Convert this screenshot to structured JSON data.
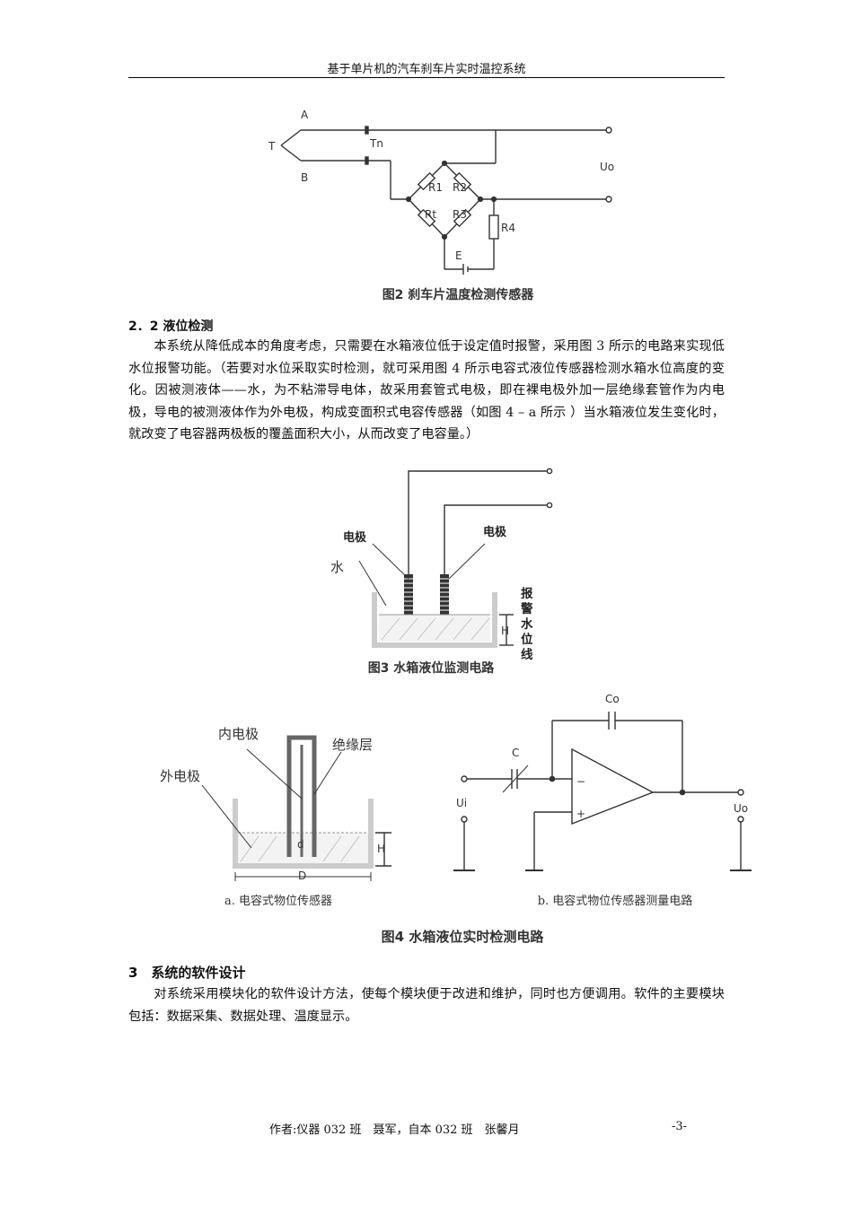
{
  "header": {
    "title": "基于单片机的汽车刹车片实时温控系统"
  },
  "figure2": {
    "caption": "图2 刹车片温度检测传感器",
    "labels": {
      "a": "A",
      "b": "B",
      "t": "T",
      "tn": "Tn",
      "r1": "R1",
      "r2": "R2",
      "rt": "Rt",
      "r3": "R3",
      "r4": "R4",
      "e": "E",
      "uo": "Uo"
    }
  },
  "section_2_2": {
    "heading": "2．2 液位检测",
    "paragraph": "本系统从降低成本的角度考虑，只需要在水箱液位低于设定值时报警，采用图 3 所示的电路来实现低水位报警功能。（若要对水位采取实时检测，就可采用图 4 所示电容式液位传感器检测水箱水位高度的变化。因被测液体——水，为不粘滞导电体，故采用套管式电极，即在裸电极外加一层绝缘套管作为内电极，导电的被测液体作为外电极，构成变面积式电容传感器（如图 4 – a 所示 ）当水箱液位发生变化时，就改变了电容器两极板的覆盖面积大小，从而改变了电容量。）"
  },
  "figure3": {
    "caption": "图3 水箱液位监测电路",
    "labels": {
      "electrode_left": "电极",
      "electrode_right": "电极",
      "water": "水",
      "alarm_line": "报警水位线",
      "h": "H"
    }
  },
  "figure4": {
    "caption": "图4 水箱液位实时检测电路",
    "sub_a_caption": "a. 电容式物位传感器",
    "sub_b_caption": "b. 电容式物位传感器测量电路",
    "labels": {
      "inner": "内电极",
      "insulation": "绝缘层",
      "outer": "外电极",
      "d": "d",
      "D": "D",
      "h": "H",
      "c": "C",
      "co": "Co",
      "ui": "Ui",
      "uo": "Uo",
      "minus": "−",
      "plus": "+"
    }
  },
  "section_3": {
    "heading": "3　系统的软件设计",
    "paragraph": "对系统采用模块化的软件设计方法，使每个模块便于改进和维护，同时也方便调用。软件的主要模块包括：数据采集、数据处理、温度显示。"
  },
  "footer": {
    "author": "作者:仪器 032 班　聂军，自本 032 班　张馨月",
    "page": "-3-"
  }
}
